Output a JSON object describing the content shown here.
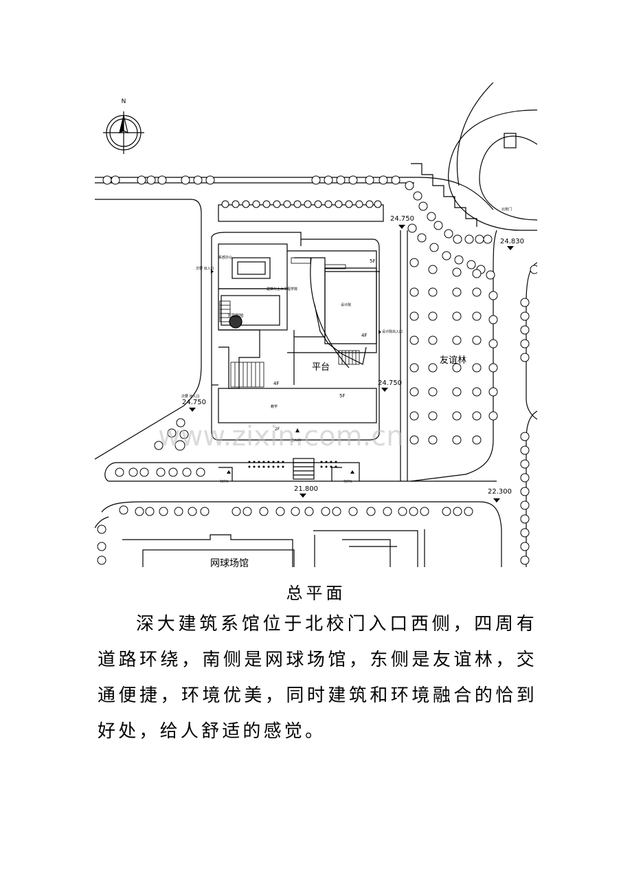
{
  "plan": {
    "north_label": "N",
    "elevations": [
      "24.750",
      "24.830",
      "24.750",
      "24.750",
      "21.800",
      "22.300"
    ],
    "labels": {
      "platform": "平台",
      "friendship_forest": "友谊林",
      "office": "系部办公",
      "institute": "建筑与土木工程学院",
      "design_institute": "设计院",
      "sunken_court": "下沉庭园",
      "teaching": "教学",
      "floor_5f_a": "5F",
      "floor_4f_a": "4F",
      "floor_4f_b": "4F",
      "floor_5f_b": "5F",
      "floor_2f": "2F",
      "north_gate": "北校门",
      "west_entrance": "次要  出入口",
      "sw_entrance": "次要  出入口",
      "design_entrance": "设计院出入口",
      "main_entrance": "主入口",
      "ramp_left": "ｳﾛｳﾏﾙ",
      "ramp_right": "ｳﾛｳﾏﾙ",
      "tennis_hall": "网球场馆"
    },
    "watermark": "www.zixin.com.cn"
  },
  "caption": "总平面",
  "paragraph": "深大建筑系馆位于北校门入口西侧，四周有道路环绕，南侧是网球场馆，东侧是友谊林，交通便捷，环境优美，同时建筑和环境融合的恰到好处，给人舒适的感觉。"
}
